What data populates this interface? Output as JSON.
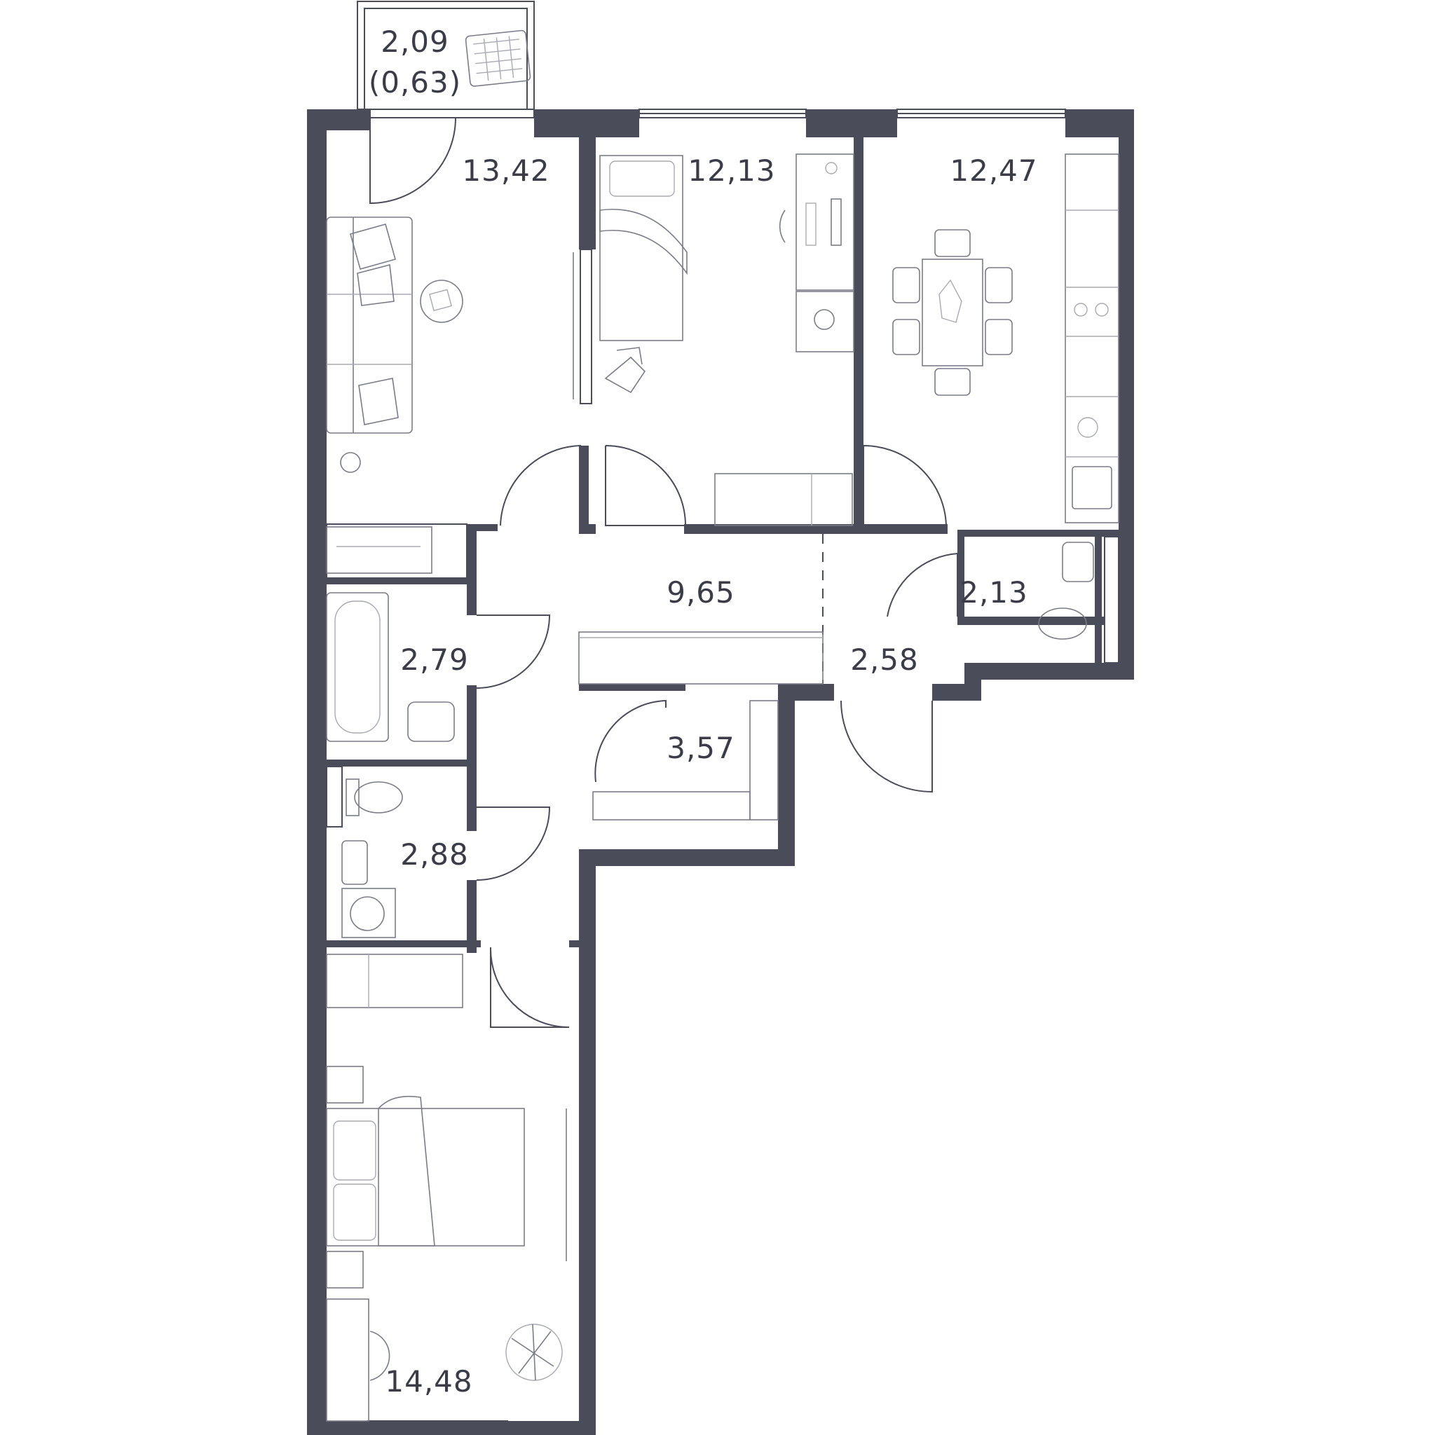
{
  "plan": {
    "accent_wall_color": "#4a4d59",
    "background_color": "#ffffff",
    "rooms": [
      {
        "id": "balcony",
        "area": "2,09",
        "area_reduced": "(0,63)"
      },
      {
        "id": "living-room",
        "area": "13,42"
      },
      {
        "id": "bedroom-small",
        "area": "12,13"
      },
      {
        "id": "kitchen",
        "area": "12,47"
      },
      {
        "id": "hall",
        "area": "9,65"
      },
      {
        "id": "corridor",
        "area": "2,58"
      },
      {
        "id": "wc-small",
        "area": "2,13"
      },
      {
        "id": "bathroom",
        "area": "2,79"
      },
      {
        "id": "wardrobe",
        "area": "3,57"
      },
      {
        "id": "wc",
        "area": "2,88"
      },
      {
        "id": "bedroom-master",
        "area": "14,48"
      }
    ]
  }
}
